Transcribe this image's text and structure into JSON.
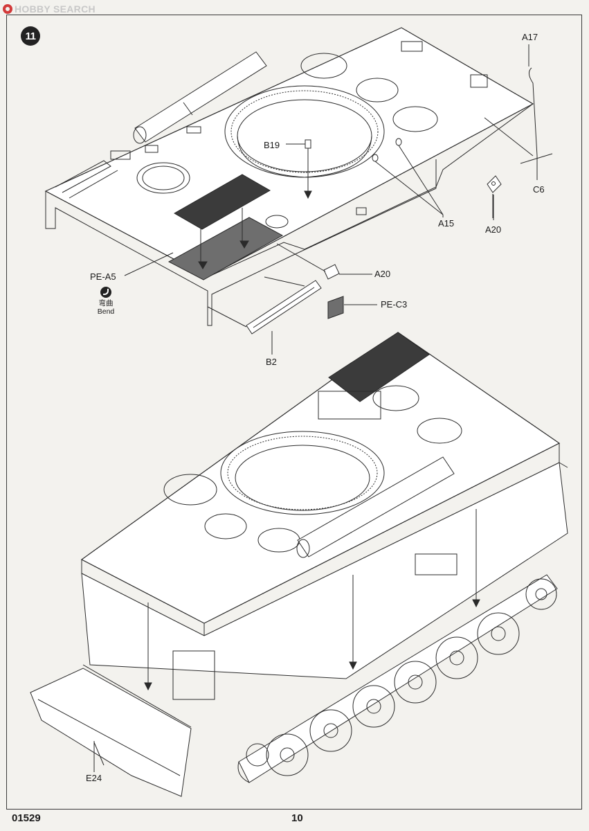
{
  "watermark": {
    "text": "HOBBY SEARCH"
  },
  "step": {
    "number": "11"
  },
  "callouts": {
    "a17": "A17",
    "b19": "B19",
    "c6": "C6",
    "a15": "A15",
    "a20_right": "A20",
    "pe_a5": "PE-A5",
    "a20_mid": "A20",
    "pe_c3": "PE-C3",
    "b2": "B2",
    "e24": "E24"
  },
  "bend_note": {
    "chinese": "弯曲",
    "english": "Bend"
  },
  "footer": {
    "kit_number": "01529",
    "page_number": "10"
  },
  "colors": {
    "ink": "#1a1a1a",
    "paper": "#f3f2ee",
    "mesh": "#3b3b3b"
  }
}
